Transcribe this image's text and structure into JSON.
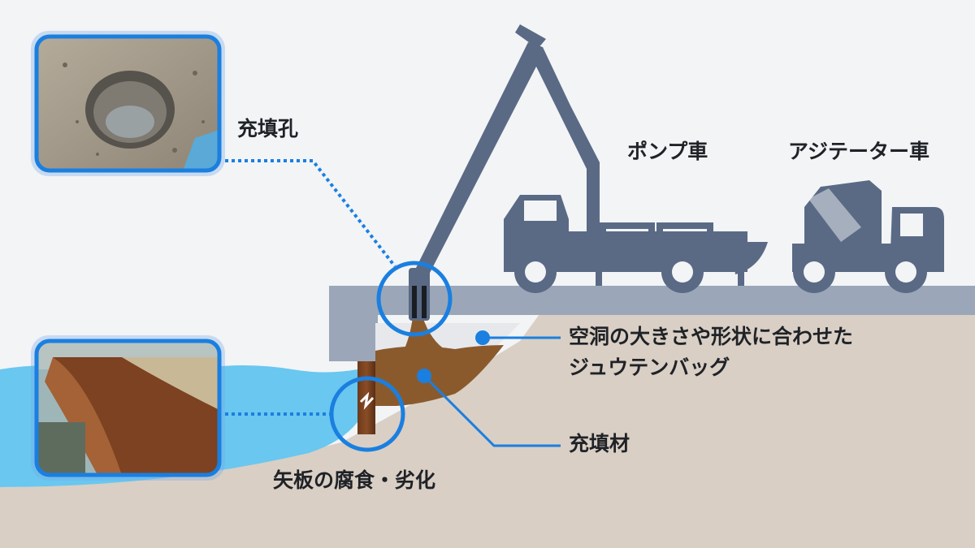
{
  "colors": {
    "water": "#69c7f0",
    "ground": "#d9cfc4",
    "machine": "#5a6a85",
    "slab": "#9ba7b8",
    "callout": "#1a7fe0",
    "fill_material": "#8a5a2d",
    "bag": "#e6e8ec"
  },
  "labels": {
    "filling_hole": "充填孔",
    "pump_truck": "ポンプ車",
    "agitator_truck": "アジテーター車",
    "bag_line1": "空洞の大きさや形状に合わせた",
    "bag_line2": "ジュウテンバッグ",
    "filling_material": "充填材",
    "sheet_pile": "矢板の腐食・劣化"
  },
  "icons": {
    "pump_truck": "concrete-pump-truck-icon",
    "agitator_truck": "mixer-truck-icon"
  }
}
